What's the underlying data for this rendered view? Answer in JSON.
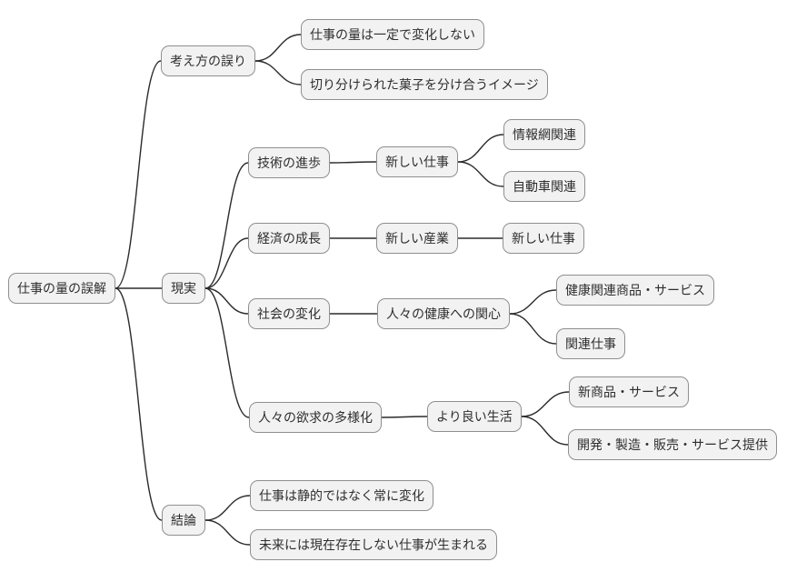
{
  "style": {
    "bg": "#ffffff",
    "node_fill": "#f2f2f2",
    "node_border": "#8f8f8f",
    "edge_color": "#2b2b2b",
    "text_color": "#2e2e2e"
  },
  "tree": {
    "label": "仕事の量の誤解",
    "children": [
      {
        "label": "考え方の誤り",
        "children": [
          {
            "label": "仕事の量は一定で変化しない"
          },
          {
            "label": "切り分けられた菓子を分け合うイメージ"
          }
        ]
      },
      {
        "label": "現実",
        "children": [
          {
            "label": "技術の進歩",
            "children": [
              {
                "label": "新しい仕事",
                "children": [
                  {
                    "label": "情報網関連"
                  },
                  {
                    "label": "自動車関連"
                  }
                ]
              }
            ]
          },
          {
            "label": "経済の成長",
            "children": [
              {
                "label": "新しい産業",
                "children": [
                  {
                    "label": "新しい仕事"
                  }
                ]
              }
            ]
          },
          {
            "label": "社会の変化",
            "children": [
              {
                "label": "人々の健康への関心",
                "children": [
                  {
                    "label": "健康関連商品・サービス"
                  },
                  {
                    "label": "関連仕事"
                  }
                ]
              }
            ]
          },
          {
            "label": "人々の欲求の多様化",
            "children": [
              {
                "label": "より良い生活",
                "children": [
                  {
                    "label": "新商品・サービス"
                  },
                  {
                    "label": "開発・製造・販売・サービス提供"
                  }
                ]
              }
            ]
          }
        ]
      },
      {
        "label": "結論",
        "children": [
          {
            "label": "仕事は静的ではなく常に変化"
          },
          {
            "label": "未来には現在存在しない仕事が生まれる"
          }
        ]
      }
    ]
  }
}
